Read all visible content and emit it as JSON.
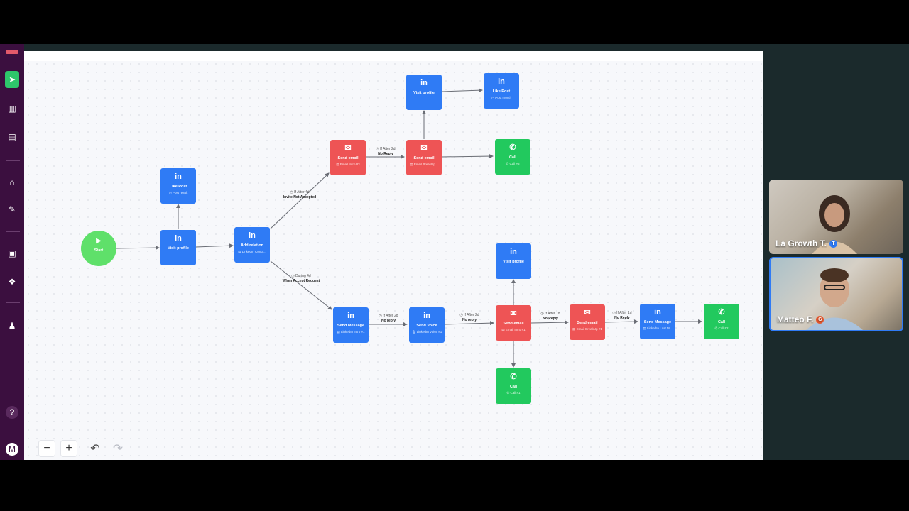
{
  "participants": [
    {
      "name": "La Growth T.",
      "badge": "T",
      "badge_color": "#2f7bf5"
    },
    {
      "name": "Matteo F.",
      "badge": "G",
      "badge_color": "#e4572e"
    }
  ],
  "flow": {
    "start": {
      "label": "Start"
    },
    "nodes": {
      "visit_profile_1": {
        "title": "Visit profile",
        "sub": ""
      },
      "like_post_1": {
        "title": "Like Post",
        "sub": "◷ Post result"
      },
      "add_relation": {
        "title": "Add relation",
        "sub": "▤ LinkedIn Conta..."
      },
      "send_email_1": {
        "title": "Send email",
        "sub": "▤ Email Intro #3"
      },
      "send_email_2": {
        "title": "Send email",
        "sub": "▤ Email BreakUp..."
      },
      "visit_profile_2": {
        "title": "Visit profile",
        "sub": ""
      },
      "like_post_2": {
        "title": "Like Post",
        "sub": "◷ Post month"
      },
      "call_5": {
        "title": "Call",
        "sub": "✆ Call #5"
      },
      "send_message_1": {
        "title": "Send Message",
        "sub": "▤ LinkedIn Intro #1"
      },
      "send_voice": {
        "title": "Send Voice",
        "sub": "🎙 LinkedIn Voice #1"
      },
      "send_email_3": {
        "title": "Send email",
        "sub": "▤ Email Intro #1"
      },
      "visit_profile_3": {
        "title": "Visit profile",
        "sub": ""
      },
      "call_1": {
        "title": "Call",
        "sub": "✆ Call #1"
      },
      "send_email_4": {
        "title": "Send email",
        "sub": "▤ Email BreakUp #1"
      },
      "send_message_2": {
        "title": "Send Message",
        "sub": "▤ LinkedIn Last M..."
      },
      "call_2": {
        "title": "Call",
        "sub": "✆ Call #2"
      }
    },
    "edge_labels": {
      "invite_not_accepted": {
        "cond": "◷ If After 4d",
        "main": "Invite Not Accepted"
      },
      "when_accept": {
        "cond": "◷ During 4d",
        "main": "When Accept Request"
      },
      "no_reply_top": {
        "cond": "◷ If After 2d",
        "main": "No Reply"
      },
      "no_reply_1": {
        "cond": "◷ If After 2d",
        "main": "No reply"
      },
      "no_reply_2": {
        "cond": "◷ If After 2d",
        "main": "No reply"
      },
      "no_reply_3": {
        "cond": "◷ If After 7d",
        "main": "No Reply"
      },
      "no_reply_4": {
        "cond": "◷ If After 1d",
        "main": "No Reply"
      }
    }
  },
  "icons": {
    "linkedin": "in",
    "email": "✉",
    "call": "✆",
    "play": "▶"
  },
  "toolbar": {
    "zoom_out": "−",
    "zoom_in": "+",
    "undo": "↶",
    "redo": "↷"
  },
  "sidebar": {
    "help": "?",
    "avatar": "M"
  },
  "colors": {
    "linkedin_step": "#2f7bf5",
    "email_step": "#ee5455",
    "call_step": "#22c95e",
    "start": "#5fe06a",
    "sidebar": "#3b0f3f"
  }
}
